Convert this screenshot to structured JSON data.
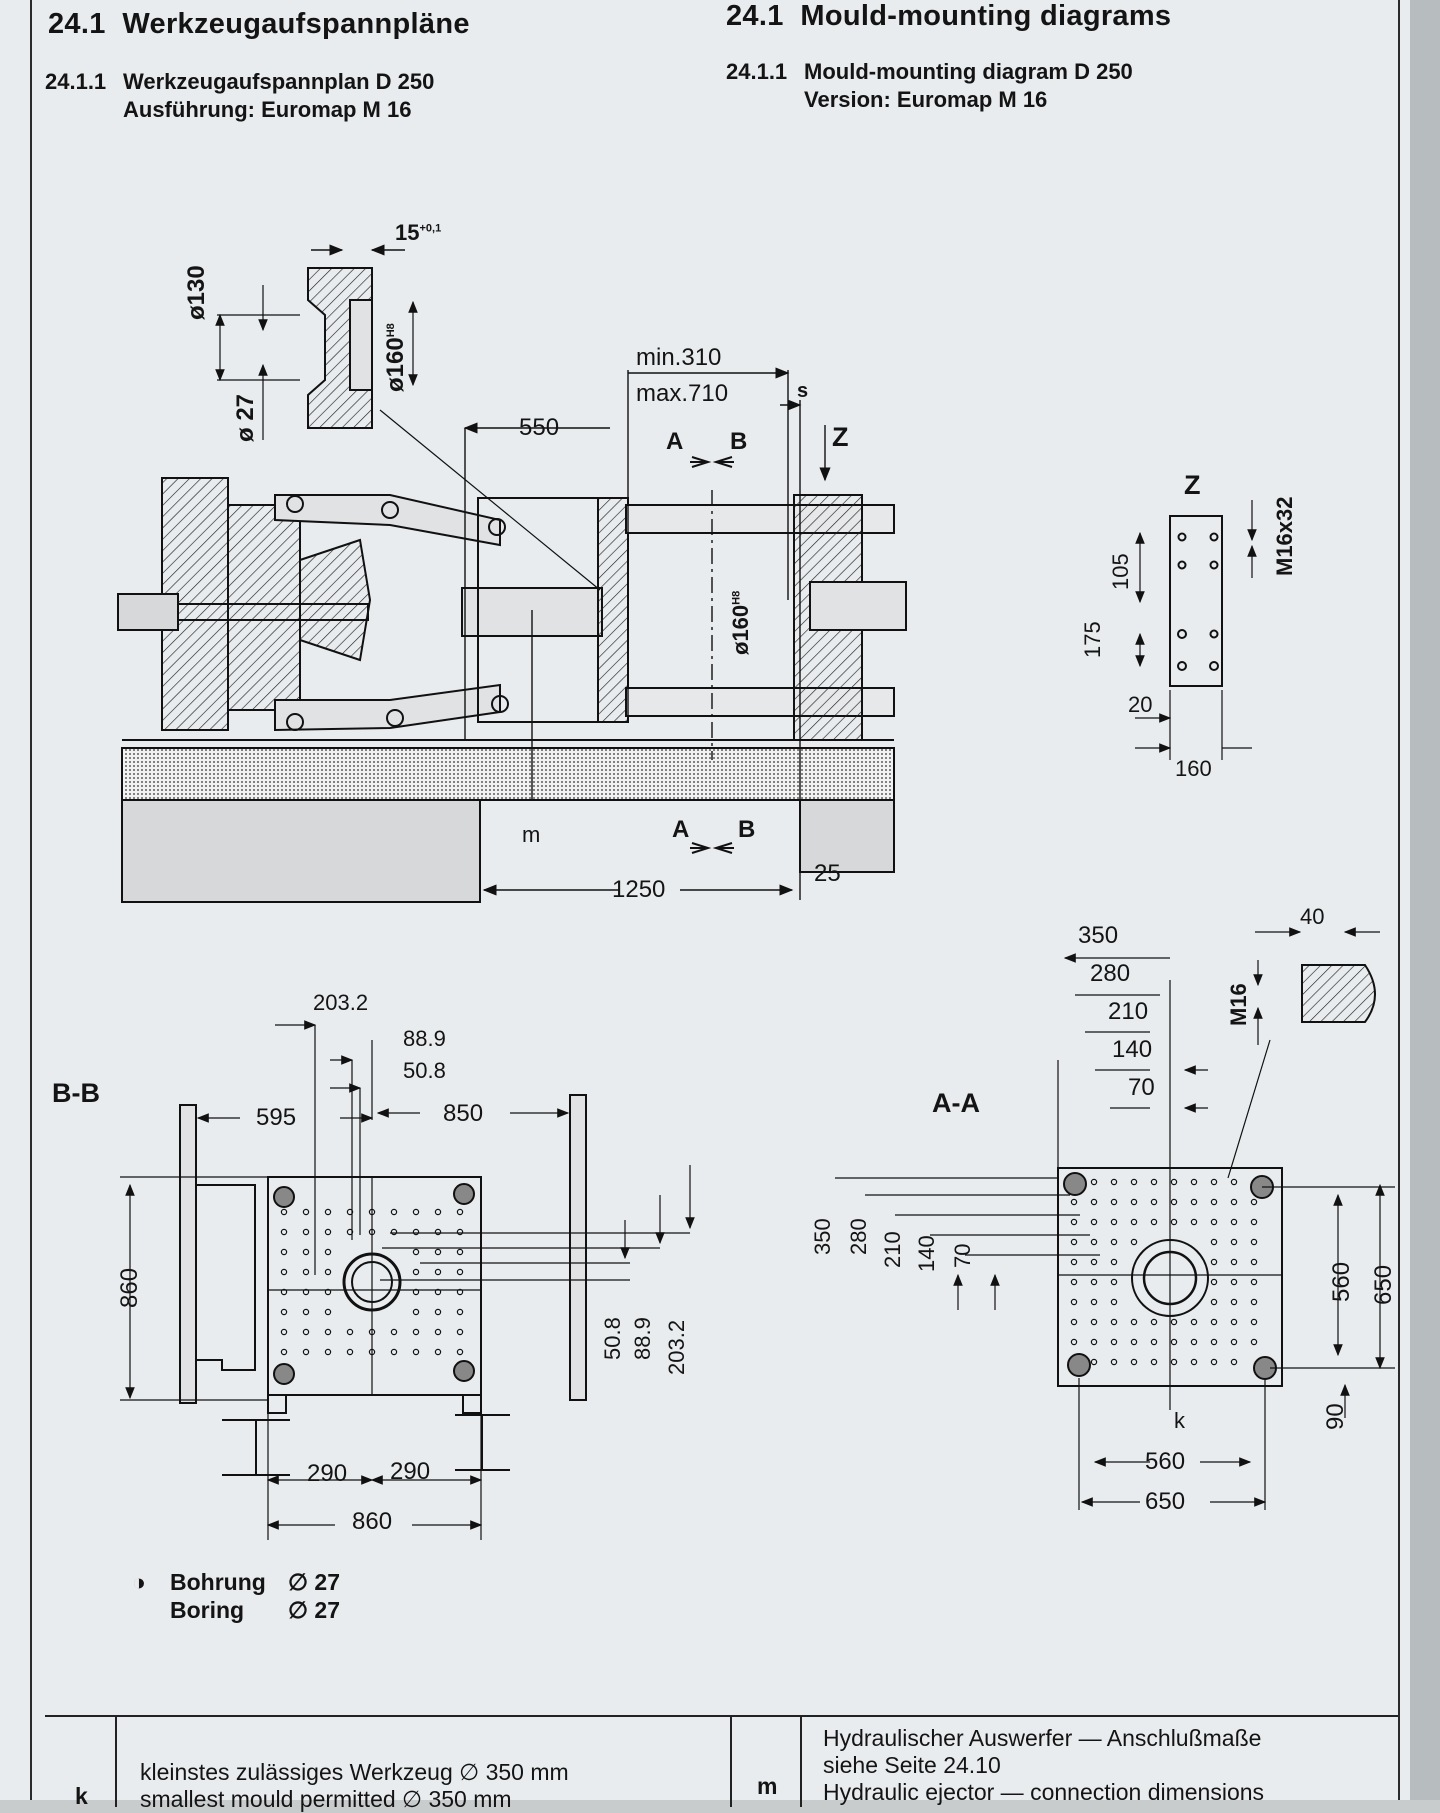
{
  "header": {
    "de_section_num": "24.1",
    "de_section_title": "Werkzeugaufspannpläne",
    "en_section_num": "24.1",
    "en_section_title": "Mould-mounting diagrams",
    "de_sub_num": "24.1.1",
    "de_sub_title_1": "Werkzeugaufspannplan D 250",
    "de_sub_title_2": "Ausführung: Euromap M 16",
    "en_sub_num": "24.1.1",
    "en_sub_title_1": "Mould-mounting diagram D 250",
    "en_sub_title_2": "Version: Euromap M 16"
  },
  "side_view": {
    "dim_15": "15",
    "dim_15_tol": "+0,1",
    "dim_d130": "ø130",
    "dim_d27": "ø 27",
    "dim_d160": "ø160",
    "dim_d160_fit": "H8",
    "dim_min": "min.310",
    "dim_max": "max.710",
    "label_s": "s",
    "dim_550": "550",
    "label_z": "Z",
    "section_a_top": "A",
    "section_b_top": "B",
    "dim_center_d160": "ø160",
    "dim_center_fit": "H8",
    "label_m": "m",
    "section_a_bottom": "A",
    "section_b_bottom": "B",
    "dim_1250": "1250",
    "dim_25": "25"
  },
  "detail_z": {
    "title": "Z",
    "thread": "M16x32",
    "dim_105": "105",
    "dim_175": "175",
    "dim_20": "20",
    "dim_160": "160"
  },
  "section_bb": {
    "title": "B-B",
    "dim_203_2_top": "203.2",
    "dim_88_9_top": "88.9",
    "dim_50_8_top": "50.8",
    "dim_595": "595",
    "dim_850": "850",
    "dim_860_left": "860",
    "dim_50_8_right": "50.8",
    "dim_88_9_right": "88.9",
    "dim_203_2_right": "203.2",
    "dim_290_a": "290",
    "dim_290_b": "290",
    "dim_860_bottom": "860"
  },
  "section_aa": {
    "title": "A-A",
    "dim_350": "350",
    "dim_280": "280",
    "dim_210": "210",
    "dim_140": "140",
    "dim_70": "70",
    "dim_40": "40",
    "thread": "M16",
    "dim_350_v": "350",
    "dim_280_v": "280",
    "dim_210_v": "210",
    "dim_140_v": "140",
    "dim_70_v": "70",
    "dim_560_v": "560",
    "dim_650_v": "650",
    "dim_90": "90",
    "label_k": "k",
    "dim_560_h": "560",
    "dim_650_h": "650"
  },
  "legend": {
    "symbol": "◑",
    "de_label": "Bohrung",
    "de_value": "∅ 27",
    "en_label": "Boring",
    "en_value": "∅ 27"
  },
  "footer": {
    "k_letter": "k",
    "k_text_de": "kleinstes zulässiges Werkzeug ∅ 350 mm",
    "k_text_en": "smallest mould permitted ∅ 350 mm",
    "m_letter": "m",
    "m_text_1": "Hydraulischer Auswerfer — Anschlußmaße",
    "m_text_2": "siehe Seite 24.10",
    "m_text_3": "Hydraulic ejector — connection dimensions"
  }
}
